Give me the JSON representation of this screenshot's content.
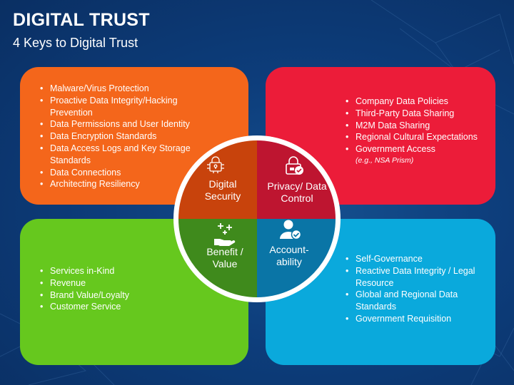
{
  "title": "DIGITAL TRUST",
  "subtitle": "4 Keys to Digital Trust",
  "colors": {
    "background": "#0c3c7a",
    "orange": "#f4661b",
    "red": "#ec1c39",
    "green": "#66c81e",
    "blue": "#0aa9dc"
  },
  "quadrants": {
    "security": {
      "label": "Digital Security",
      "icon": "digital-lock-icon",
      "items": [
        "Malware/Virus Protection",
        "Proactive Data Integrity/Hacking Prevention",
        "Data Permissions and User Identity",
        "Data Encryption Standards",
        "Data Access Logs and Key Storage Standards",
        "Data Connections",
        "Architecting Resiliency"
      ]
    },
    "privacy": {
      "label": "Privacy/ Data Control",
      "icon": "lock-check-icon",
      "items": [
        "Company Data Policies",
        "Third-Party Data Sharing",
        "M2M Data Sharing",
        "Regional Cultural Expectations",
        "Government Access"
      ],
      "note": "(e.g., NSA Prism)"
    },
    "benefit": {
      "label": "Benefit / Value",
      "icon": "hand-sparkle-icon",
      "items": [
        "Services in-Kind",
        "Revenue",
        "Brand Value/Loyalty",
        "Customer Service"
      ]
    },
    "accountability": {
      "label": "Account-ability",
      "icon": "user-check-icon",
      "items": [
        "Self-Governance",
        "Reactive Data Integrity / Legal Resource",
        "Global and Regional  Data Standards",
        "Government Requisition"
      ]
    }
  }
}
